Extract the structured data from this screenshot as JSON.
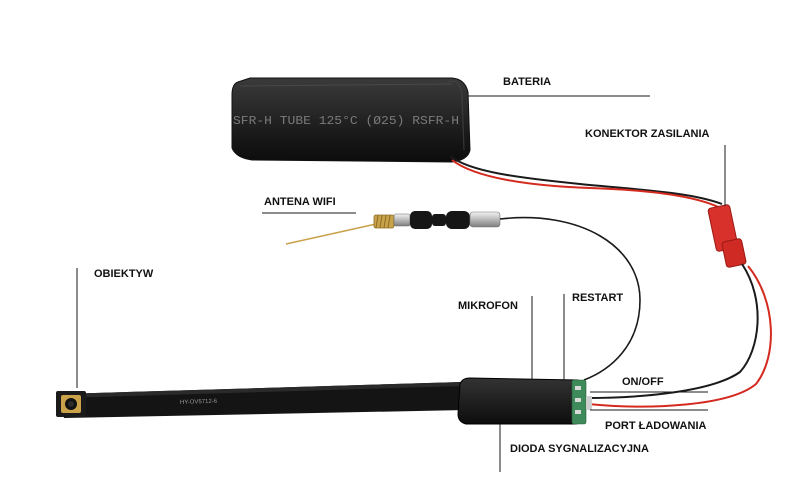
{
  "labels": {
    "bateria": "BATERIA",
    "konektor": "KONEKTOR ZASILANIA",
    "antena": "ANTENA WIFI",
    "obiektyw": "OBIEKTYW",
    "mikrofon": "MIKROFON",
    "restart": "RESTART",
    "onoff": "ON/OFF",
    "port": "PORT ŁADOWANIA",
    "dioda": "DIODA SYGNALIZACYJNA"
  },
  "battery_print": "SFR-H TUBE 125°C (Ø25)      RSFR-H",
  "ribbon_print": "HY-OV5712-6",
  "colors": {
    "wire_red": "#d42a1f",
    "wire_black": "#1a1a1a",
    "connector_red": "#d8302a",
    "pcb_green": "#3f8a5a",
    "antenna_gold": "#c9a24a"
  }
}
